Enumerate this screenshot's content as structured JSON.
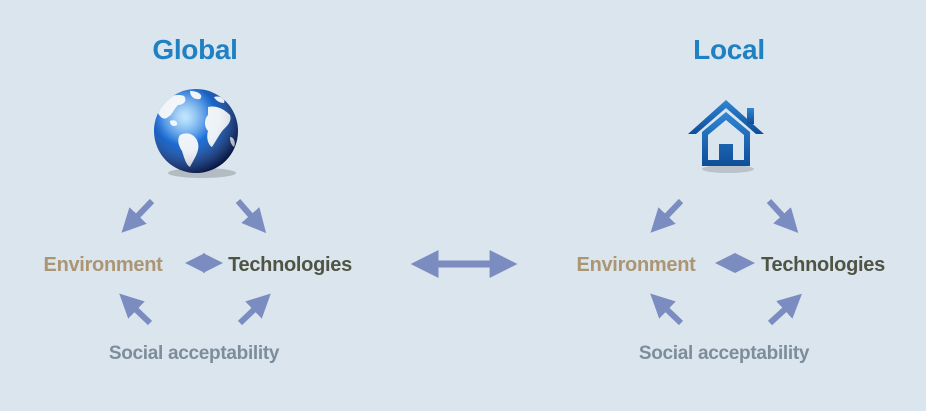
{
  "colors": {
    "background": "#dbe5ee",
    "title": "#1f80c2",
    "environment": "#ab9572",
    "technologies": "#4f5444",
    "social": "#7d8d9c",
    "arrow": "#7b8cc1"
  },
  "global": {
    "title": "Global",
    "icon": "globe-icon",
    "environment": "Environment",
    "technologies": "Technologies",
    "social": "Social acceptability"
  },
  "local": {
    "title": "Local",
    "icon": "house-icon",
    "environment": "Environment",
    "technologies": "Technologies",
    "social": "Social acceptability"
  }
}
